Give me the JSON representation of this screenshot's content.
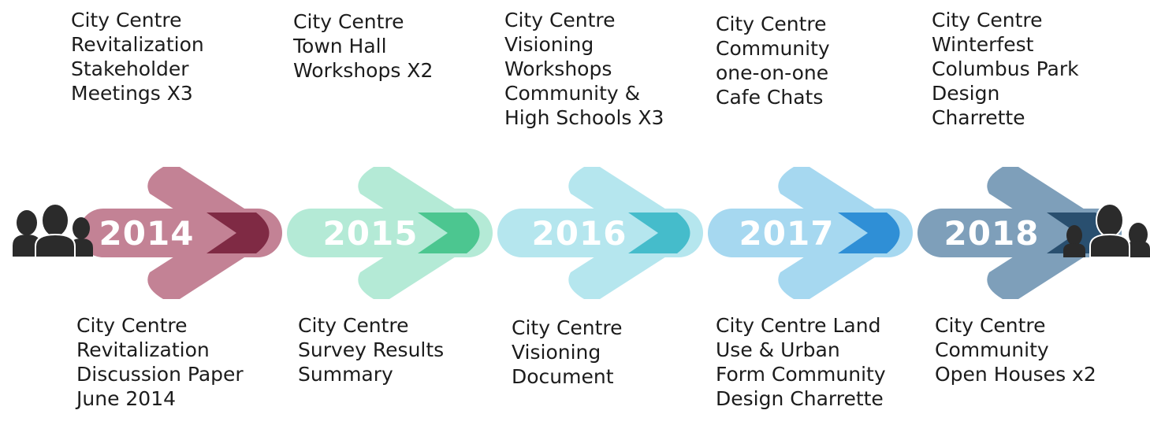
{
  "timeline": {
    "segments": [
      {
        "year": "2014",
        "color_main": "#c38295",
        "color_dark": "#7f2a44",
        "top_label": [
          "City Centre",
          "Revitalization",
          "Stakeholder",
          "Meetings X3"
        ],
        "bottom_label": [
          "City Centre",
          "Revitalization",
          "Discussion Paper",
          "June 2014"
        ]
      },
      {
        "year": "2015",
        "color_main": "#b4ead6",
        "color_dark": "#4cc690",
        "top_label": [
          "City Centre",
          "Town Hall",
          "Workshops X2"
        ],
        "bottom_label": [
          "City Centre",
          "Survey Results",
          "Summary"
        ]
      },
      {
        "year": "2016",
        "color_main": "#b5e6ee",
        "color_dark": "#45bccb",
        "top_label": [
          "City Centre",
          "Visioning",
          "Workshops",
          "Community &",
          "High Schools X3"
        ],
        "bottom_label": [
          "City Centre",
          "Visioning",
          "Document"
        ]
      },
      {
        "year": "2017",
        "color_main": "#a6d8f0",
        "color_dark": "#2f8fd6",
        "top_label": [
          "City Centre",
          "Community",
          "one-on-one",
          "Cafe Chats"
        ],
        "bottom_label": [
          "City Centre Land",
          "Use & Urban",
          "Form Community",
          "Design Charrette"
        ]
      },
      {
        "year": "2018",
        "color_main": "#7e9fba",
        "color_dark": "#294f6f",
        "top_label": [
          "City Centre",
          "Winterfest",
          "Columbus Park",
          "Design",
          "Charrette"
        ],
        "bottom_label": [
          "City Centre",
          "Community",
          "Open Houses x2"
        ]
      }
    ],
    "icons": {
      "left": "people-group-icon",
      "right": "people-group-icon",
      "color": "#2b2b2b"
    }
  }
}
